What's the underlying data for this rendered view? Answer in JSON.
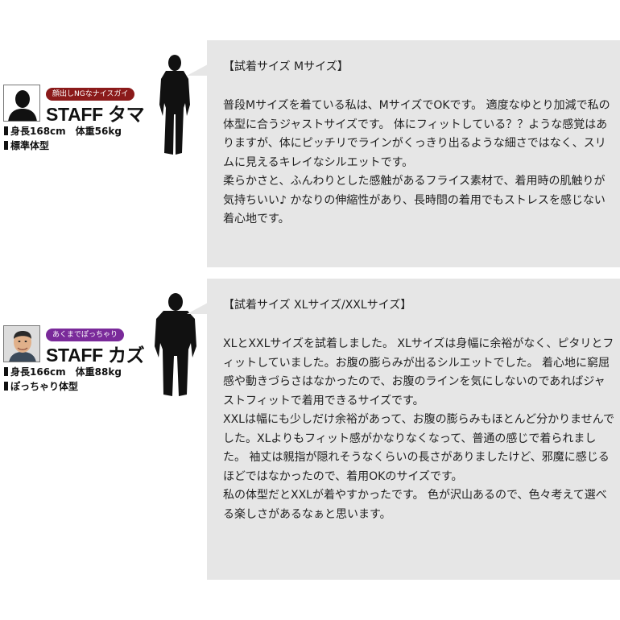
{
  "reviews": [
    {
      "tag_label": "顔出しNGなナイスガイ",
      "tag_color": "#8b1a1a",
      "staff_name": "STAFF タマ",
      "height_weight": "身長168cm　体重56kg",
      "body_type": "標準体型",
      "avatar_icon": "silhouette-avatar-icon",
      "figure_icon": "standing-man-silhouette-icon",
      "title": "【試着サイズ Mサイズ】",
      "paragraphs": [
        "普段Mサイズを着ている私は、MサイズでOKです。 適度なゆとり加減で私の体型に合うジャストサイズです。 体にフィットしている？？ような感覚はありますが、体にピッチリでラインがくっきり出るような細さではなく、スリムに見えるキレイなシルエットです。",
        "柔らかさと、ふんわりとした感触があるフライス素材で、着用時の肌触りが気持ちいい♪ かなりの伸縮性があり、長時間の着用でもストレスを感じない着心地です。"
      ]
    },
    {
      "tag_label": "あくまでぽっちゃり",
      "tag_color": "#7a2a9a",
      "staff_name": "STAFF カズ",
      "height_weight": "身長166cm　体重88kg",
      "body_type": "ぽっちゃり体型",
      "avatar_icon": "staff-face-photo-icon",
      "figure_icon": "stout-man-silhouette-icon",
      "title": "【試着サイズ XLサイズ/XXLサイズ】",
      "paragraphs": [
        "XLとXXLサイズを試着しました。 XLサイズは身幅に余裕がなく、ピタリとフィットしていました。お腹の膨らみが出るシルエットでした。 着心地に窮屈感や動きづらさはなかったので、お腹のラインを気にしないのであればジャストフィットで着用できるサイズです。",
        "XXLは幅にも少しだけ余裕があって、お腹の膨らみもほとんど分かりませんでした。XLよりもフィット感がかなりなくなって、普通の感じで着られました。 袖丈は親指が隠れそうなくらいの長さがありましたけど、邪魔に感じるほどではなかったので、着用OKのサイズです。",
        "私の体型だとXXLが着やすかったです。 色が沢山あるので、色々考えて選べる楽しさがあるなぁと思います。"
      ]
    }
  ]
}
